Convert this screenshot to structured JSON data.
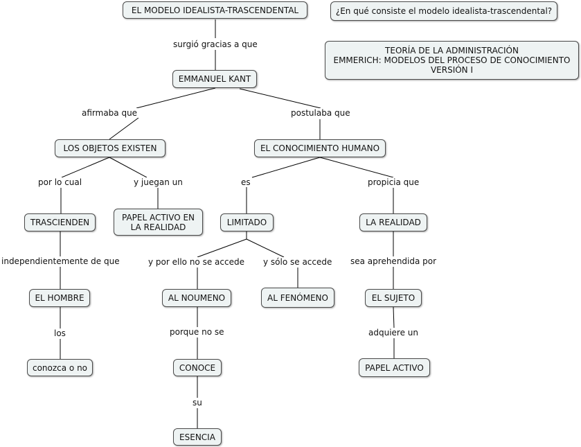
{
  "colors": {
    "node_fill": "#eef3f3",
    "node_border": "#4a4a4a",
    "line": "#000000"
  },
  "nodes": {
    "modelo": "EL MODELO IDEALISTA-TRASCENDENTAL",
    "pregunta": "¿En qué consiste el modelo idealista-trascendental?",
    "info": "TEORÍA DE LA ADMINISTRACIÓN\nEMMERICH: MODELOS DEL PROCESO DE CONOCIMIENTO\nVERSIÓN I",
    "kant": "EMMANUEL KANT",
    "objetos": "LOS OBJETOS EXISTEN",
    "conocimiento": "EL CONOCIMIENTO HUMANO",
    "trascienden": "TRASCIENDEN",
    "papel_realidad": "PAPEL ACTIVO EN\nLA REALIDAD",
    "limitado": "LIMITADO",
    "la_realidad": "LA REALIDAD",
    "hombre": "EL HOMBRE",
    "noumeno": "AL NOUMENO",
    "fenomeno": "AL FENÓMENO",
    "sujeto": "EL SUJETO",
    "conozca": "conozca o no",
    "conoce": "CONOCE",
    "papel_activo": "PAPEL ACTIVO",
    "esencia": "ESENCIA"
  },
  "links": {
    "surgio": "surgió gracias a que",
    "afirmaba": "afirmaba que",
    "postulaba": "postulaba que",
    "por_lo_cual": "por lo cual",
    "juegan": "y juegan un",
    "es": "es",
    "propicia": "propicia que",
    "independientemente": "independientemente de que",
    "no_se_accede": "y por ello no se accede",
    "solo_se_accede": "y sólo se accede",
    "aprehendida": "sea aprehendida por",
    "los": "los",
    "porque": "porque no se",
    "adquiere": "adquiere un",
    "su": "su"
  }
}
